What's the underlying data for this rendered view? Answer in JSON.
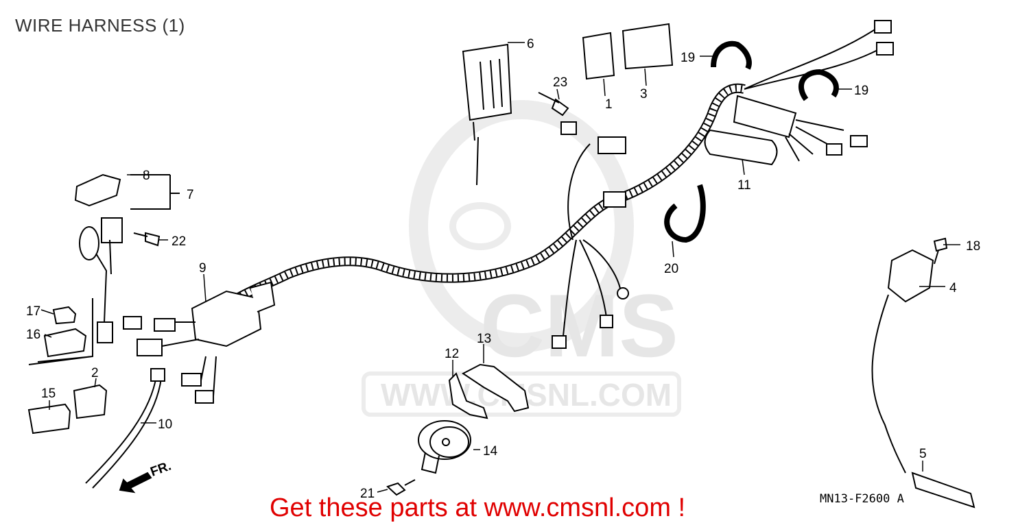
{
  "title": "WIRE HARNESS (1)",
  "footer": "Get these parts at www.cmsnl.com !",
  "diagram_code": "MN13-F2600 A",
  "direction_label": "FR.",
  "watermark": {
    "brand": "CMS",
    "url": "WWW.CMSNL.COM"
  },
  "callouts": [
    "1",
    "2",
    "3",
    "4",
    "5",
    "6",
    "7",
    "8",
    "9",
    "10",
    "11",
    "12",
    "13",
    "14",
    "15",
    "16",
    "17",
    "18",
    "19",
    "19",
    "20",
    "21",
    "22",
    "23"
  ]
}
